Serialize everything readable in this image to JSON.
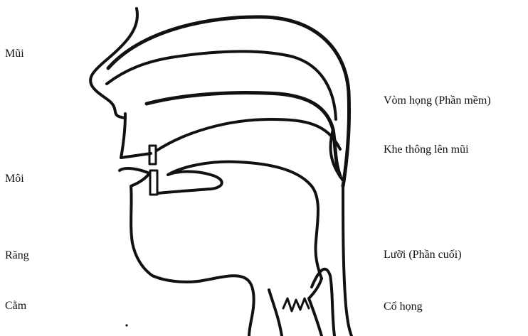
{
  "labels": {
    "nose": "Mũi",
    "lips": "Môi",
    "teeth": "Răng",
    "chin": "Cằm",
    "soft_palate": "Vòm họng (Phần mềm)",
    "nasal_gap": "Khe thông lên mũi",
    "tongue_back": "Lưỡi (Phần cuối)",
    "throat": "Cổ họng"
  },
  "colors": {
    "ink": "#111111",
    "background": "#ffffff"
  }
}
